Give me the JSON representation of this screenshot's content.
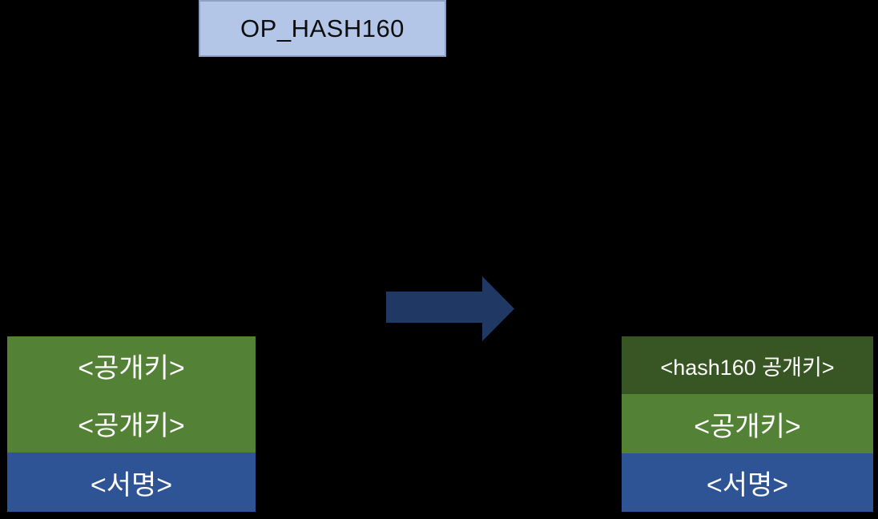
{
  "diagram": {
    "background_color": "#000000",
    "opcode_box": {
      "label": "OP_HASH160",
      "bg_color": "#B4C6E7",
      "border_color": "#8EA0C3",
      "text_color": "#0D0D0D"
    },
    "arrow": {
      "name": "right-arrow",
      "direction": "right",
      "color": "#1F3864"
    },
    "left_stack": {
      "items": [
        {
          "label": "<공개키>",
          "bg_color": "#538135",
          "text_color": "#FFFFFF"
        },
        {
          "label": "<공개키>",
          "bg_color": "#538135",
          "text_color": "#FFFFFF"
        },
        {
          "label": "<서명>",
          "bg_color": "#2F5496",
          "text_color": "#FFFFFF"
        }
      ]
    },
    "right_stack": {
      "items": [
        {
          "label": "<hash160 공개키>",
          "bg_color": "#375623",
          "text_color": "#FFFFFF"
        },
        {
          "label": "<공개키>",
          "bg_color": "#538135",
          "text_color": "#FFFFFF"
        },
        {
          "label": "<서명>",
          "bg_color": "#2F5496",
          "text_color": "#FFFFFF"
        }
      ]
    }
  }
}
